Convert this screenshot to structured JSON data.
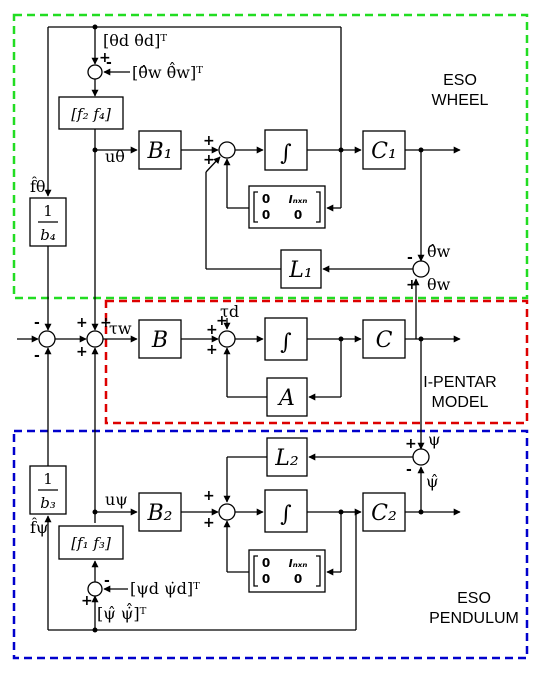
{
  "colors": {
    "eso_wheel_border": "#22dd22",
    "ipentar_border": "#dd0000",
    "eso_pendulum_border": "#0000cc",
    "line": "#000000"
  },
  "regions": {
    "eso_wheel": [
      "ESO",
      "WHEEL"
    ],
    "ipentar_model": [
      "I-PENTAR",
      "MODEL"
    ],
    "eso_pendulum": [
      "ESO",
      "PENDULUM"
    ]
  },
  "blocks": {
    "B1": "B₁",
    "B": "B",
    "B2": "B₂",
    "C1": "C₁",
    "C": "C",
    "C2": "C₂",
    "L1": "L₁",
    "L2": "L₂",
    "A": "A",
    "integrator": "∫",
    "f2f4": "[f₂  f₄]",
    "f1f3": "[f₁  f₃]",
    "b4_num": "1",
    "b4_den": "b₄",
    "b3_num": "1",
    "b3_den": "b₃",
    "matrix": [
      "0",
      "Iₙₓₙ",
      "0",
      "0"
    ]
  },
  "signals": {
    "theta_ref": "[θd  θ̇d]ᵀ",
    "theta_hat": "[θ̂w  θ̇̂w]ᵀ",
    "u_theta": "uθ",
    "f_theta": "f̂θ",
    "theta_w_hat": "θ̂w",
    "theta_w": "θw",
    "tau_w": "τw",
    "tau_d": "τd",
    "psi": "ψ",
    "psi_hat": "ψ̂",
    "u_psi": "uψ",
    "f_psi": "f̂ψ",
    "psi_ref": "[ψd  ψ̇d]ᵀ",
    "psi_hat_vec": "[ψ̂  ψ̇̂]ᵀ"
  },
  "signs": {
    "plus": "+",
    "minus": "-"
  }
}
